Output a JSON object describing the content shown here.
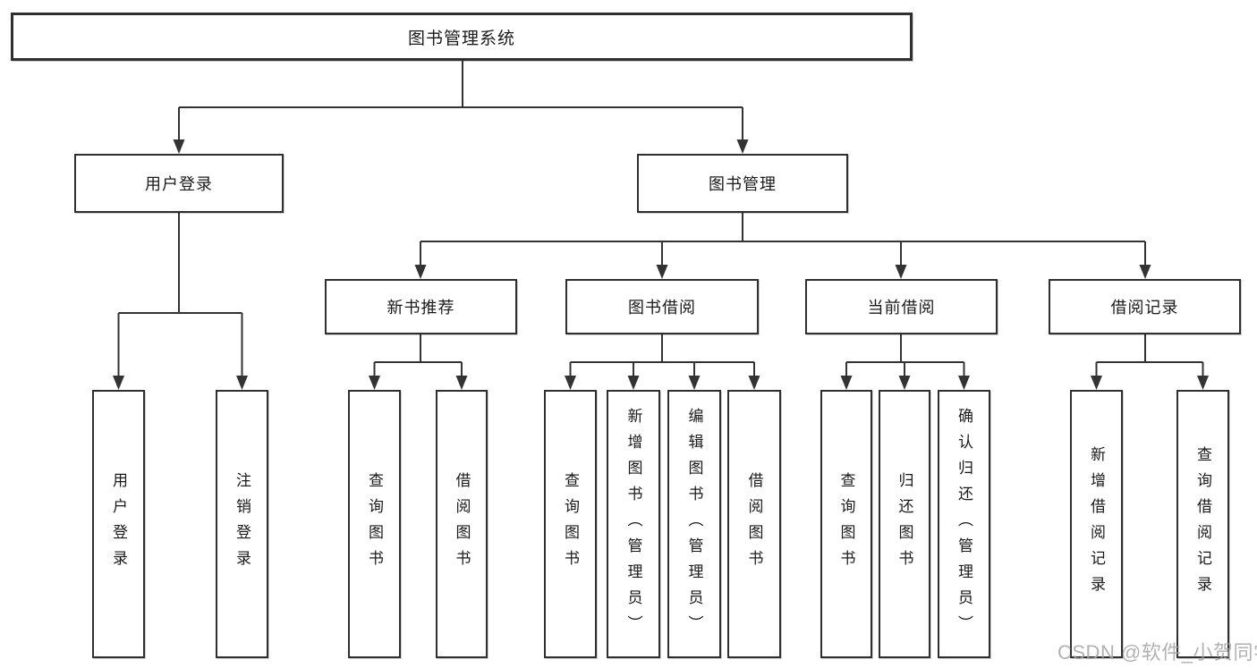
{
  "tree": {
    "root": "图书管理系统",
    "branches": [
      {
        "label": "用户登录",
        "children": [
          "用户登录",
          "注销登录"
        ]
      },
      {
        "label": "图书管理",
        "groups": [
          {
            "label": "新书推荐",
            "children": [
              "查询图书",
              "借阅图书"
            ]
          },
          {
            "label": "图书借阅",
            "children": [
              "查询图书",
              "新增图书（管理员）",
              "编辑图书（管理员）",
              "借阅图书"
            ]
          },
          {
            "label": "当前借阅",
            "children": [
              "查询图书",
              "归还图书",
              "确认归还（管理员）"
            ]
          },
          {
            "label": "借阅记录",
            "children": [
              "新增借阅记录",
              "查询借阅记录"
            ]
          }
        ]
      }
    ]
  },
  "watermark": {
    "text": "CSDN @软件_小贺同学"
  },
  "colors": {
    "background": "#ffffff",
    "box_border": "#2f2f2f",
    "connector_line": "#333333",
    "text": "#1a1a1a",
    "watermark": "#a5a5a5"
  }
}
